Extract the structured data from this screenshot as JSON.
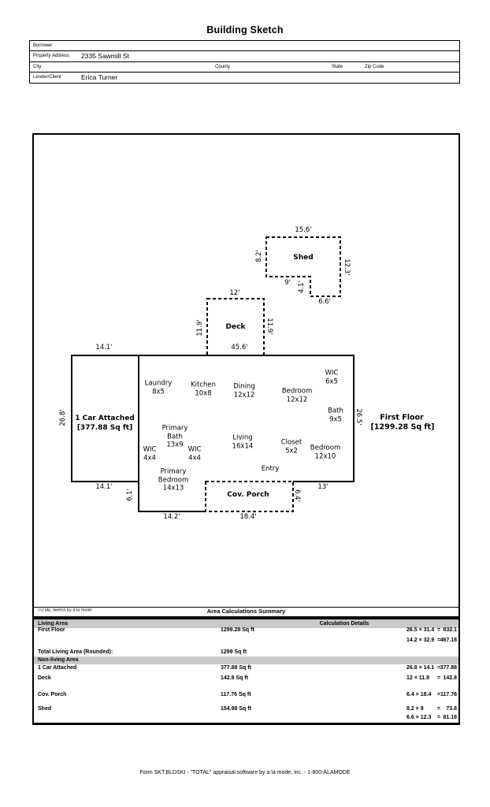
{
  "title": "Building Sketch",
  "form": {
    "borrower_label": "Borrower",
    "property_address_label": "Property Address",
    "property_address_value": "2335 Sawmill St",
    "city_label": "City",
    "county_label": "County",
    "state_label": "State",
    "zip_label": "Zip Code",
    "lender_label": "Lender/Client",
    "lender_value": "Erica Turner"
  },
  "sketch": {
    "shed": {
      "label": "Shed",
      "dim_top": "15.6'",
      "dim_left": "8.2'",
      "dim_right": "12.3'",
      "dim_bottom_left": "9'",
      "dim_notch": "4.1'",
      "dim_bottom_right": "6.6'"
    },
    "deck": {
      "label": "Deck",
      "dim_top": "12'",
      "dim_left": "11.9'",
      "dim_right": "11.9'"
    },
    "garage": {
      "label": "1 Car Attached",
      "sqft": "[377.88 Sq ft]",
      "dim_top": "14.1'",
      "dim_left": "26.8'",
      "dim_bottom": "14.1'"
    },
    "first_floor": {
      "label": "First Floor",
      "sqft": "[1299.28 Sq ft]",
      "dim_top": "45.6'",
      "dim_right": "26.5'",
      "dim_bottom_right": "13'",
      "dim_ext_left": "6.1'",
      "dim_ext_bottom": "14.2'"
    },
    "porch": {
      "label": "Cov. Porch",
      "dim_bottom": "18.4'",
      "dim_right": "6.4'"
    },
    "rooms": [
      {
        "l1": "Laundry",
        "l2": "8x5"
      },
      {
        "l1": "Kitchen",
        "l2": "10x8"
      },
      {
        "l1": "Dining",
        "l2": "12x12"
      },
      {
        "l1": "Bedroom",
        "l2": "12x12"
      },
      {
        "l1": "WIC",
        "l2": "6x5"
      },
      {
        "l1": "Bath",
        "l2": "9x5"
      },
      {
        "l1": "Primary",
        "l2": "Bath",
        "l3": "13x9"
      },
      {
        "l1": "WIC",
        "l2": "4x4"
      },
      {
        "l1": "WIC",
        "l2": "4x4"
      },
      {
        "l1": "Living",
        "l2": "16x14"
      },
      {
        "l1": "Closet",
        "l2": "5x2"
      },
      {
        "l1": "Bedroom",
        "l2": "12x10"
      },
      {
        "l1": "Entry"
      },
      {
        "l1": "Primary",
        "l2": "Bedroom",
        "l3": "14x13"
      }
    ]
  },
  "summary": {
    "branding": "TOTAL Sketch by a la mode",
    "title": "Area Calculations Summary",
    "living_header": "Living Area",
    "calc_header": "Calculation Details",
    "eq": "=",
    "rows": {
      "first_floor": {
        "name": "First Floor",
        "value": "1299.28 Sq ft",
        "c1e": "26.5 × 31.4",
        "c1r": "832.1",
        "c2e": "14.2 × 32.9",
        "c2r": "467.18"
      },
      "car": {
        "name": "1 Car Attached",
        "value": "377.88 Sq ft",
        "c1e": "26.8 × 14.1",
        "c1r": "377.88"
      },
      "deck": {
        "name": "Deck",
        "value": "142.8 Sq ft",
        "c1e": "12 × 11.9",
        "c1r": "142.8"
      },
      "porch": {
        "name": "Cov. Porch",
        "value": "117.76 Sq ft",
        "c1e": "6.4 × 18.4",
        "c1r": "117.76"
      },
      "shed": {
        "name": "Shed",
        "value": "154.98 Sq ft",
        "c1e": "8.2 × 9",
        "c1r": "73.8",
        "c2e": "6.6 × 12.3",
        "c2r": "81.18"
      }
    },
    "total_label": "Total Living Area (Rounded):",
    "total_value": "1299 Sq ft",
    "nonliving_header": "Non-living Area"
  },
  "footer": "Form SKT.BLDSKI - \"TOTAL\" appraisal software by a la mode, inc. - 1-800-ALAMODE"
}
